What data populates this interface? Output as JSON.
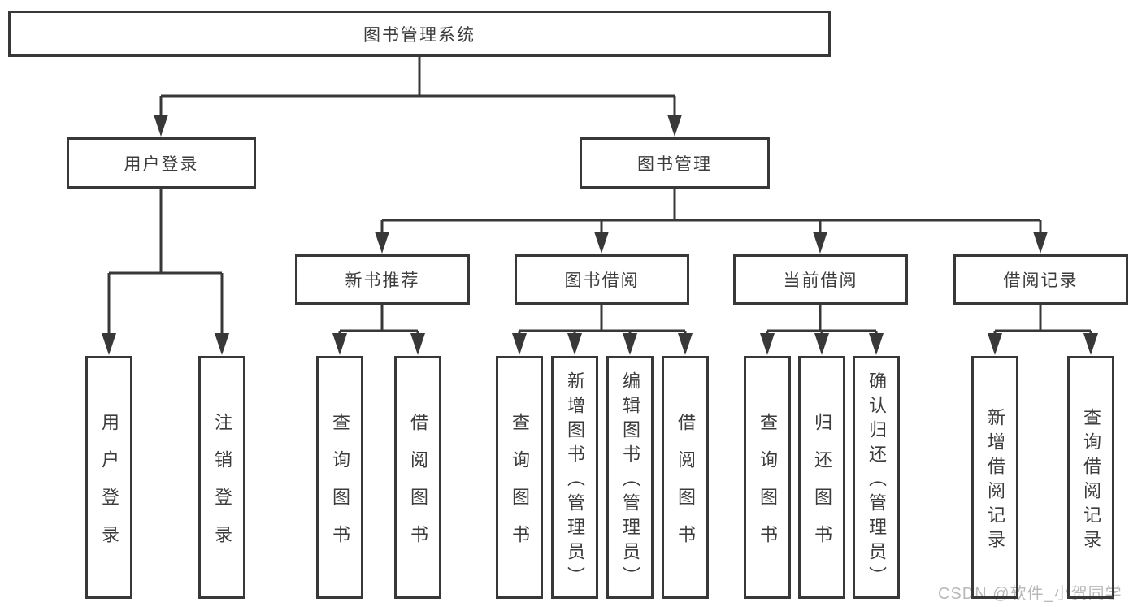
{
  "diagram_title": "图书管理系统",
  "nodes": {
    "root": "图书管理系统",
    "userLogin": "用户登录",
    "bookManagement": "图书管理",
    "newBookRecommend": "新书推荐",
    "bookBorrow": "图书借阅",
    "currentBorrow": "当前借阅",
    "borrowRecord": "借阅记录",
    "leafUserLogin": "用户登录",
    "leafLogout": "注销登录",
    "leafQueryBooksNb": "查询图书",
    "leafBorrowBooksNb": "借阅图书",
    "leafQueryBooksBb": "查询图书",
    "leafAddBookAdmin": "新增图书（管理员）",
    "leafEditBookAdmin": "编辑图书（管理员）",
    "leafBorrowBooksBb": "借阅图书",
    "leafQueryBooksCb": "查询图书",
    "leafReturnBook": "归还图书",
    "leafConfirmReturnAdmin": "确认归还（管理员）",
    "leafAddBorrowRecord": "新增借阅记录",
    "leafQueryBorrowRecord": "查询借阅记录"
  },
  "structure": {
    "图书管理系统": {
      "用户登录": [
        "用户登录",
        "注销登录"
      ],
      "图书管理": {
        "新书推荐": [
          "查询图书",
          "借阅图书"
        ],
        "图书借阅": [
          "查询图书",
          "新增图书（管理员）",
          "编辑图书（管理员）",
          "借阅图书"
        ],
        "当前借阅": [
          "查询图书",
          "归还图书",
          "确认归还（管理员）"
        ],
        "借阅记录": [
          "新增借阅记录",
          "查询借阅记录"
        ]
      }
    }
  },
  "watermark": "CSDN @软件_小贺同学",
  "colors": {
    "line": "#383838",
    "border": "#383838",
    "text": "#3c3c3c",
    "watermark_text": "#b9b9b9",
    "background": "#ffffff"
  }
}
